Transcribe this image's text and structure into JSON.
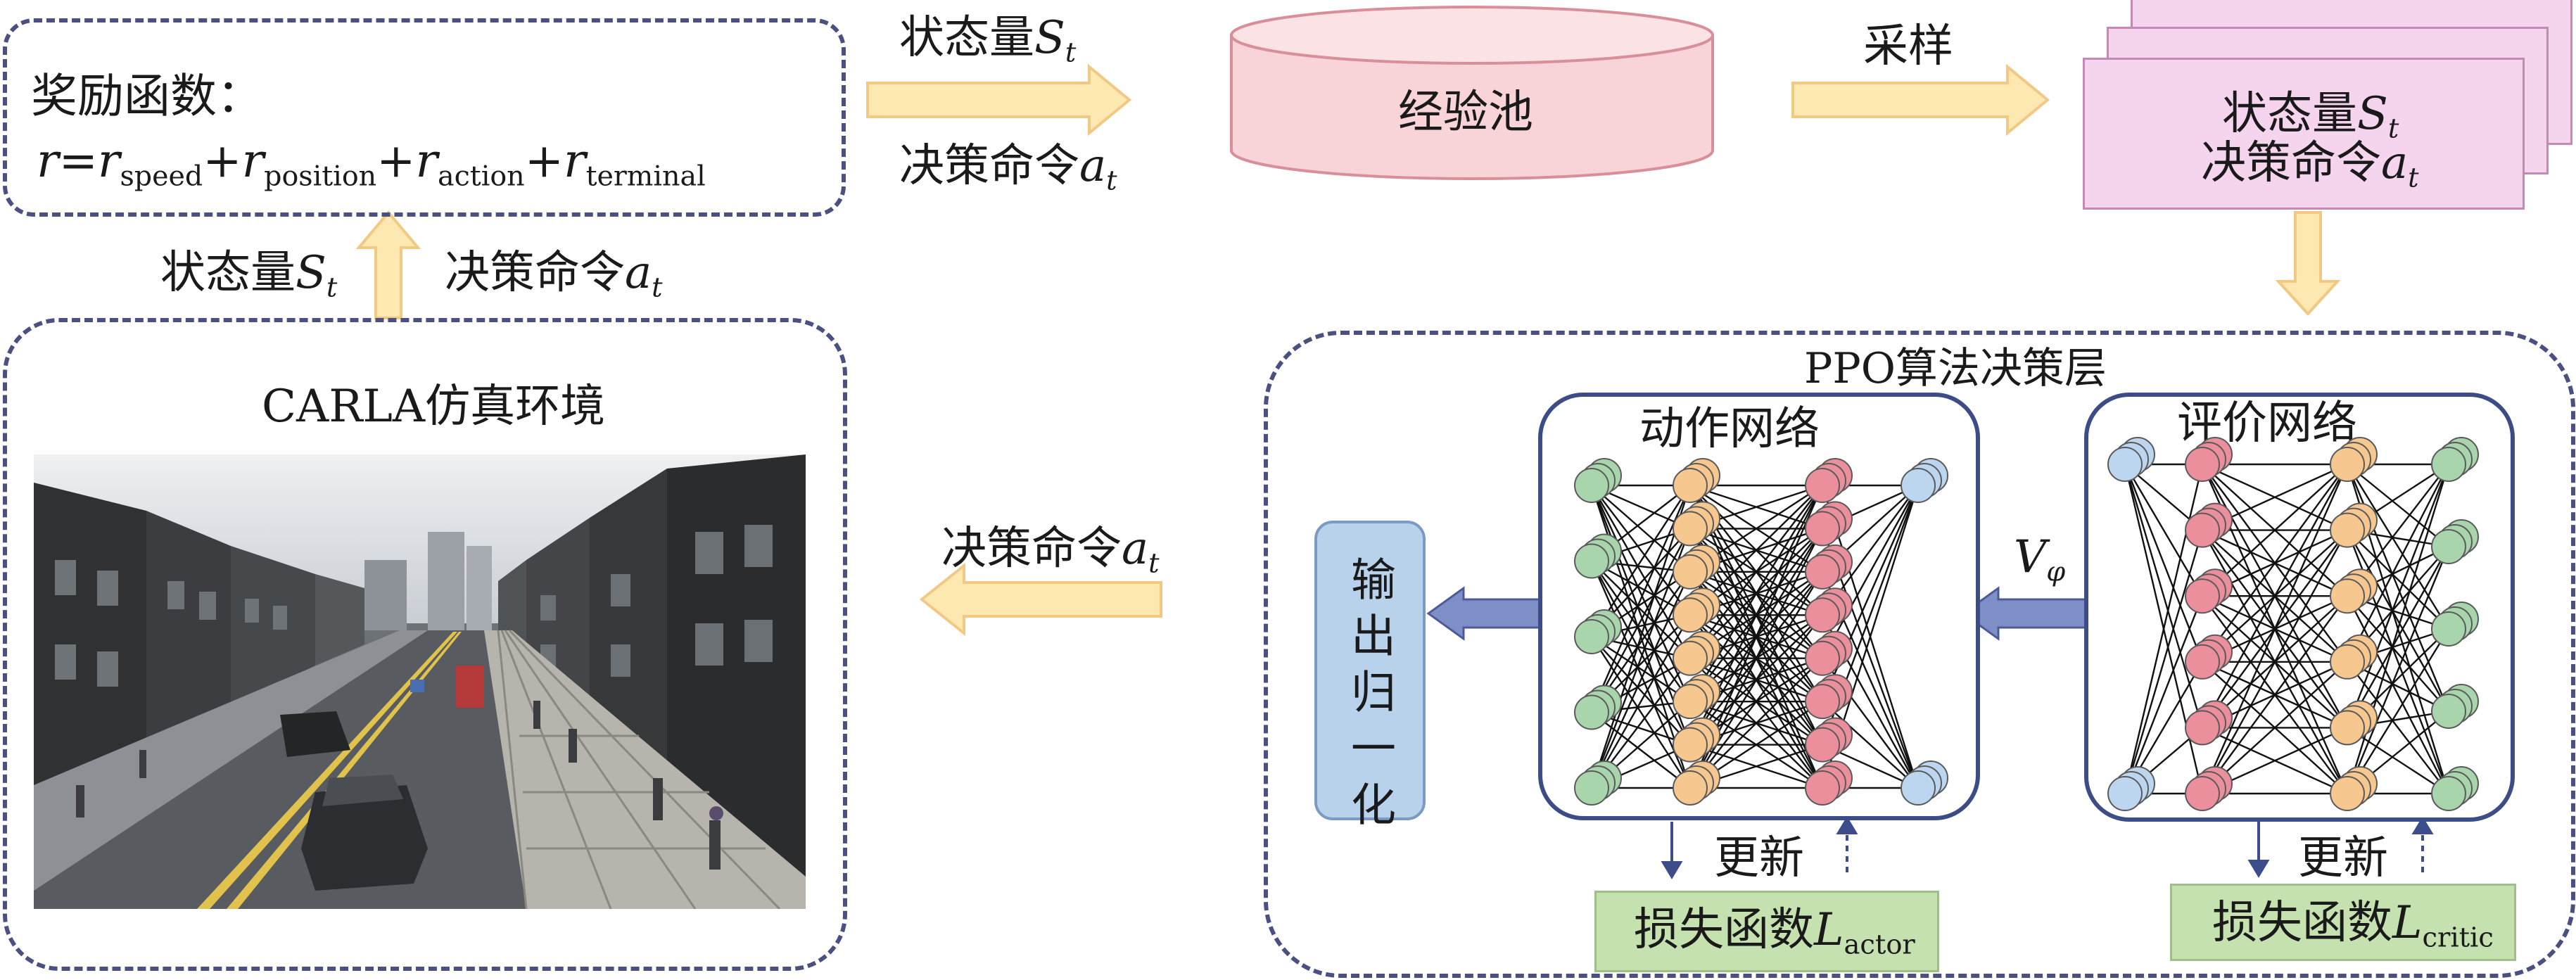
{
  "reward": {
    "title": "奖励函数：",
    "r": "r",
    "eq": "=",
    "plus": "+",
    "terms": [
      "speed",
      "position",
      "action",
      "terminal"
    ]
  },
  "labels": {
    "state": "状态量",
    "state_sym": "S",
    "cmd": "决策命令",
    "cmd_sym": "a",
    "t": "t",
    "sample": "采样",
    "pool": "经验池",
    "env_title": "CARLA仿真环境",
    "ppo_title": "PPO算法决策层",
    "actor_net": "动作网络",
    "critic_net": "评价网络",
    "normalize": "输出归一化",
    "update": "更新",
    "loss": "损失函数",
    "L": "L",
    "actor_sub": "actor",
    "critic_sub": "critic",
    "v": "V",
    "phi": "φ"
  },
  "colors": {
    "arrow_fill": "#fde8b2",
    "arrow_stroke": "#f1c983",
    "pool_fill": "#f8d3d8",
    "page_fill": "#f5d5ee",
    "loss_fill": "#c6e1b0",
    "norm_fill": "#b9d2ec",
    "node_green": "#a9d5ac",
    "node_orange": "#f6c88f",
    "node_red": "#ec8f9c",
    "node_blue": "#bcd6f0",
    "border": "#3c4c86"
  },
  "networks": {
    "actor_layers": [
      5,
      8,
      8,
      2
    ],
    "critic_layers": [
      2,
      6,
      6,
      5
    ]
  }
}
